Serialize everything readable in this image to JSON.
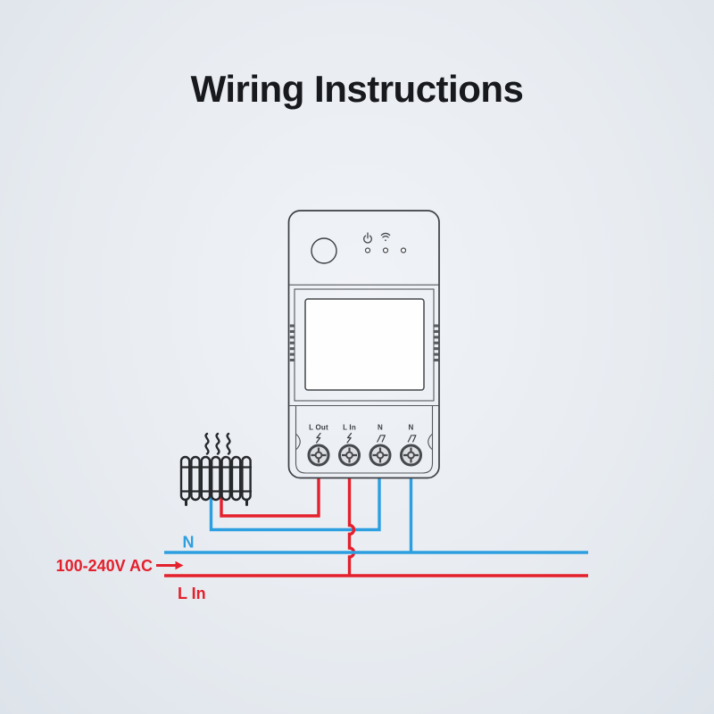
{
  "title": "Wiring Instructions",
  "device": {
    "type": "smart-switch-power-meter",
    "indicators": {
      "power_icon": "power",
      "wifi_icon": "wifi",
      "led_count": 3
    },
    "terminals": [
      {
        "label": "L Out",
        "symbol": "live"
      },
      {
        "label": "L In",
        "symbol": "live"
      },
      {
        "label": "N",
        "symbol": "neutral"
      },
      {
        "label": "N",
        "symbol": "neutral"
      }
    ]
  },
  "wiring": {
    "neutral_label": "N",
    "supply_label": "100-240V AC",
    "live_label": "L In",
    "live_color": "#e4202c",
    "neutral_color": "#2d9fe0"
  },
  "load": {
    "type": "heater"
  },
  "colors": {
    "background": "#e8ecf1",
    "outline": "#3c3f43",
    "title_text": "#17191c"
  }
}
